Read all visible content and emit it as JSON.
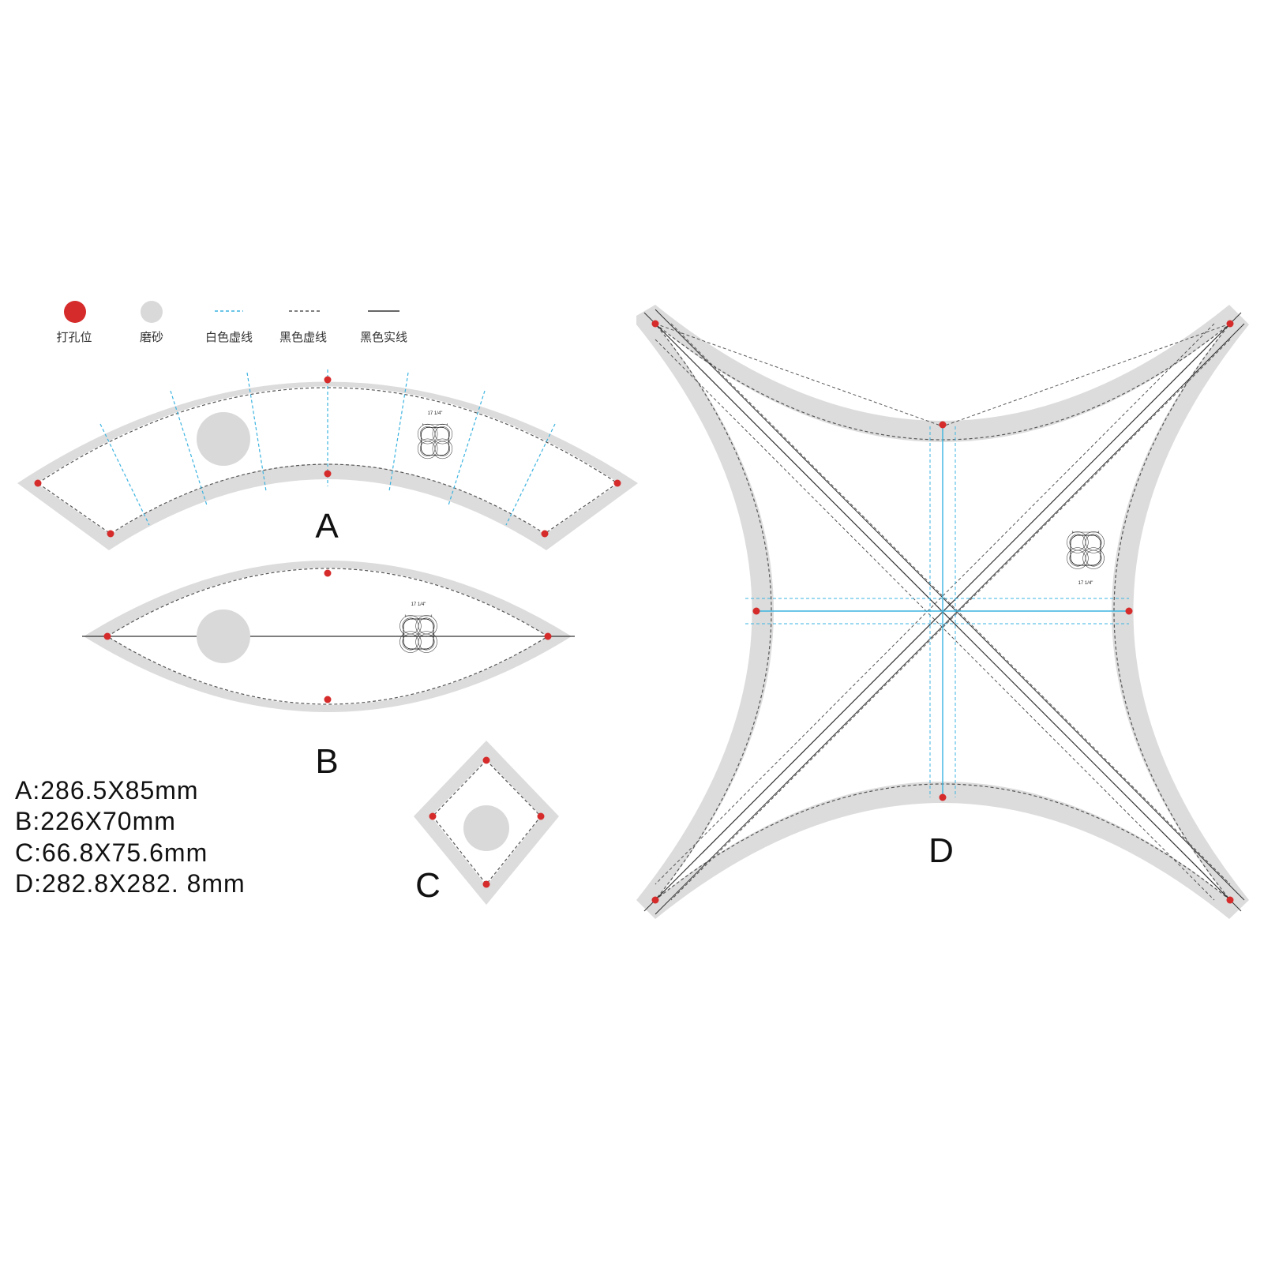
{
  "legend": {
    "items": [
      {
        "id": "drill",
        "label": "打孔位",
        "color": "#d62b2b"
      },
      {
        "id": "frosted",
        "label": "磨砂",
        "color": "#d9d9d9"
      },
      {
        "id": "white-dash",
        "label": "白色虚线",
        "color": "#3bb3e0"
      },
      {
        "id": "black-dash",
        "label": "黑色虚线",
        "color": "#555555"
      },
      {
        "id": "black-solid",
        "label": "黑色实线",
        "color": "#333333"
      }
    ]
  },
  "pieces": {
    "a_label": "A",
    "b_label": "B",
    "c_label": "C",
    "d_label": "D"
  },
  "pattern_dimension": "17 1/4\"",
  "dimensions": [
    "A:286.5X85mm",
    "B:226X70mm",
    "C:66.8X75.6mm",
    "D:282.8X282. 8mm"
  ],
  "colors": {
    "frame": "#dcdcdc",
    "drill": "#d62b2b",
    "blue": "#3bb3e0",
    "dash": "#555555",
    "line": "#333333"
  }
}
